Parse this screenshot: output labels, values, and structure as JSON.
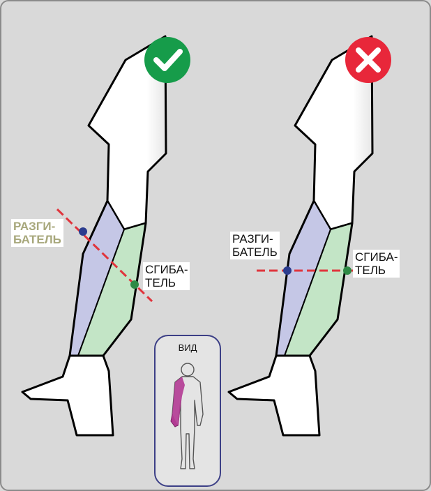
{
  "colors": {
    "correct": "#169c4a",
    "wrong": "#e8273a",
    "extensor_fill": "#c5c7e6",
    "flexor_fill": "#c3e5c6",
    "line": "#e0353d",
    "extensor_dot": "#2b3c8e",
    "flexor_dot": "#2e8a45",
    "olive_text": "#a7a77b"
  },
  "icons": {
    "correct": "checkmark-icon",
    "wrong": "cross-icon"
  },
  "correct_panel": {
    "extensor_label": "РАЗГИ-\nБАТЕЛЬ",
    "flexor_label": "СГИБА-\nТЕЛЬ"
  },
  "wrong_panel": {
    "extensor_label": "РАЗГИ-\nБАТЕЛЬ",
    "flexor_label": "СГИБА-\nТЕЛЬ"
  },
  "view_box": {
    "label": "ВИД"
  }
}
